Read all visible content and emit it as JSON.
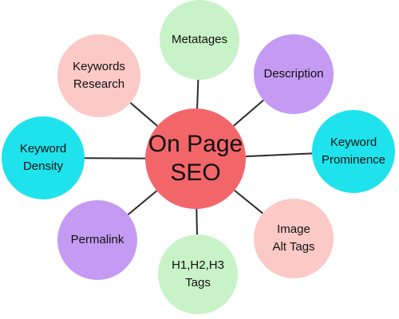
{
  "center": {
    "label": "On Page\nSEO",
    "color": "#f26669"
  },
  "topics": [
    {
      "id": "metatages",
      "label": "Metatages",
      "color": "#c8f3c8"
    },
    {
      "id": "description",
      "label": "Description",
      "color": "#c49af3"
    },
    {
      "id": "keyword-prominence",
      "label": "Keyword\nProminence",
      "color": "#1ee3ec"
    },
    {
      "id": "image-alt-tags",
      "label": "Image\nAlt Tags",
      "color": "#fbc9c6"
    },
    {
      "id": "h1-h2-h3-tags",
      "label": "H1,H2,H3\nTags",
      "color": "#c8f3c8"
    },
    {
      "id": "permalink",
      "label": "Permalink",
      "color": "#c49af3"
    },
    {
      "id": "keyword-density",
      "label": "Keyword\nDensity",
      "color": "#1ee3ec"
    },
    {
      "id": "keywords-research",
      "label": "Keywords\nResearch",
      "color": "#fbc9c6"
    }
  ],
  "colors": {
    "connector": "#2b2b2b"
  }
}
